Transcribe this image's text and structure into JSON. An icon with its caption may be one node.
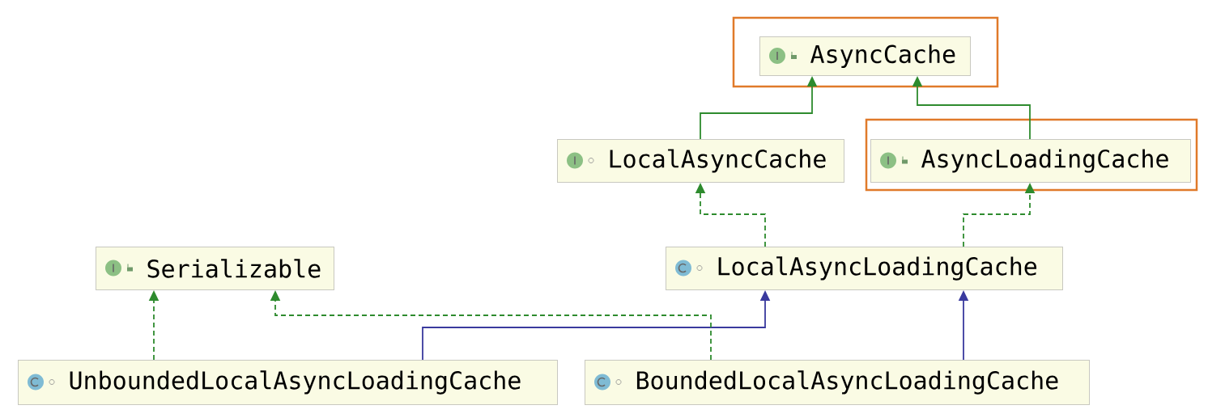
{
  "diagram": {
    "nodes": [
      {
        "text": [
          "AsyncCache"
        ]
      },
      {
        "text": [
          "LocalAsyncCache"
        ]
      },
      {
        "text": [
          "AsyncLoadingCache"
        ]
      },
      {
        "text": [
          "Serializable"
        ]
      },
      {
        "text": [
          "LocalAsyncLoadingCache"
        ]
      },
      {
        "text": [
          "UnboundedLocalAsyncLoadingCache"
        ]
      },
      {
        "text": [
          "BoundedLocalAsyncLoadingCache"
        ]
      }
    ],
    "edges": [
      {
        "from": 1,
        "to": 0,
        "arrow": "to"
      },
      {
        "from": 2,
        "to": 0,
        "arrow": "to"
      },
      {
        "from": 4,
        "to": 1,
        "arrow": "to",
        "style": "dashed"
      },
      {
        "from": 4,
        "to": 2,
        "arrow": "to",
        "style": "dashed"
      },
      {
        "from": 5,
        "to": 3,
        "arrow": "to",
        "style": "dashed"
      },
      {
        "from": 5,
        "to": 4,
        "arrow": "to",
        "color": "#3a3a9e"
      },
      {
        "from": 6,
        "to": 3,
        "arrow": "to",
        "style": "dashed"
      },
      {
        "from": 6,
        "to": 4,
        "arrow": "to",
        "color": "#3a3a9e"
      }
    ]
  }
}
